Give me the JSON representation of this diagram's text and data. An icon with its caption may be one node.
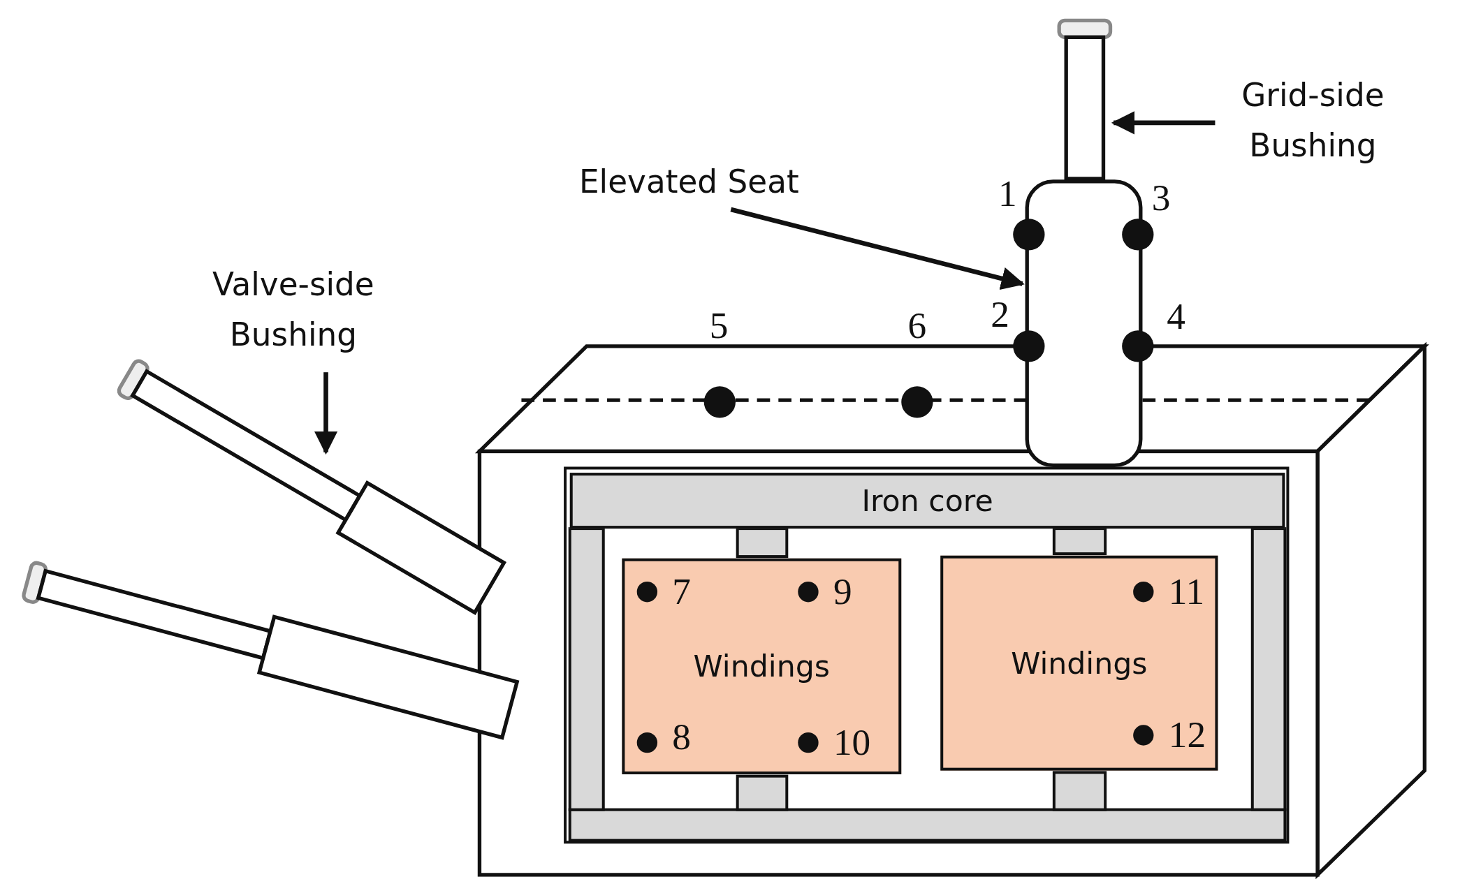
{
  "diagram": {
    "nodes": [
      {
        "text": [
          "Grid-side Bushing"
        ]
      },
      {
        "text": [],
        "shape": "bar"
      },
      {
        "text": [
          "Elevated Seat"
        ]
      },
      {
        "text": [],
        "shape": "box"
      },
      {
        "text": [
          "Valve-side Bushing"
        ]
      },
      {
        "text": [],
        "shape": "bar"
      },
      {
        "text": [
          "Iron core"
        ]
      },
      {
        "text": [
          "Windings"
        ]
      },
      {
        "text": [
          "Windings"
        ]
      }
    ],
    "edges": [
      {
        "from": 0,
        "to": 1,
        "arrow": "to"
      },
      {
        "from": 2,
        "to": 3,
        "arrow": "to"
      },
      {
        "from": 4,
        "to": 5,
        "arrow": "to"
      }
    ],
    "labels": [
      "1",
      "3",
      "5",
      "6",
      "2",
      "4",
      "7",
      "9",
      "11",
      "8",
      "10",
      "12"
    ]
  }
}
